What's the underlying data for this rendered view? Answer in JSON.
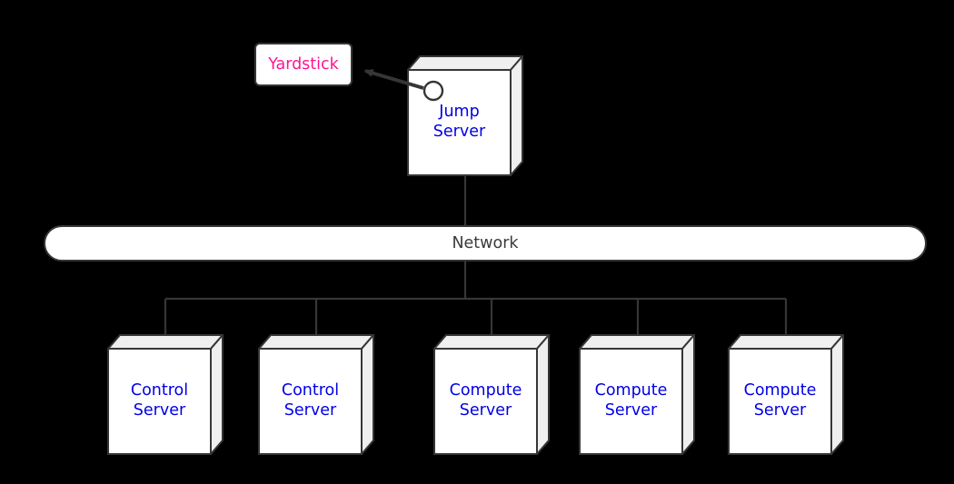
{
  "diagram": {
    "description": "Yardstick jump server network architecture diagram",
    "colors": {
      "background": "#000000",
      "line": "#363636",
      "node_fill": "#ffffff",
      "node_shade": "#efefef",
      "server_label": "#0000e6",
      "yardstick_label": "#ff1493",
      "network_label": "#3a3a3a"
    }
  },
  "nodes": {
    "yardstick": {
      "label": "Yardstick"
    },
    "jump_server": {
      "label": "Jump Server"
    },
    "network": {
      "label": "Network"
    },
    "servers": [
      {
        "label": "Control Server"
      },
      {
        "label": "Control Server"
      },
      {
        "label": "Compute Server"
      },
      {
        "label": "Compute Server"
      },
      {
        "label": "Compute Server"
      }
    ]
  }
}
